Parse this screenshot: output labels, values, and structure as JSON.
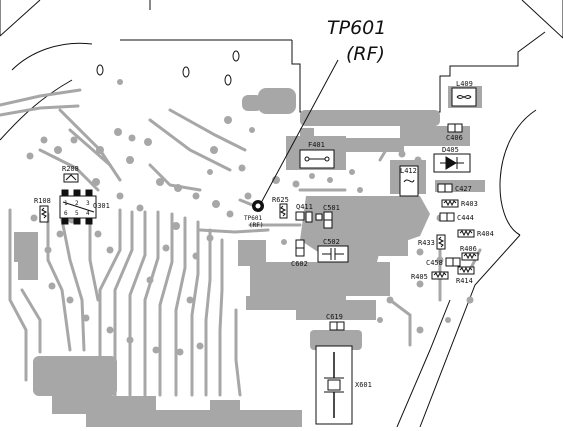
{
  "callout": {
    "name": "TP601",
    "note": "(RF)"
  },
  "labels": {
    "tp601": "TP601",
    "rf": "(RF)",
    "r625": "R625",
    "q411": "Q411",
    "c501": "C501",
    "c502": "C502",
    "c602": "C602",
    "f401": "F401",
    "l409": "L409",
    "c406": "C406",
    "d405": "D405",
    "l412": "L412",
    "c427": "C427",
    "r403": "R403",
    "c444": "C444",
    "r404": "R404",
    "r433": "R433",
    "r406": "R406",
    "c458": "C458",
    "r405": "R405",
    "r414": "R414",
    "c619": "C619",
    "x601": "X601",
    "r208": "R208",
    "r108": "R108",
    "q301": "Q301",
    "pin1": "1",
    "pin2": "2",
    "pin3": "3",
    "pin4": "4",
    "pin5": "5",
    "pin6": "6"
  },
  "colors": {
    "copper": "#a7a7a7",
    "line": "#111111",
    "board": "#ffffff"
  }
}
